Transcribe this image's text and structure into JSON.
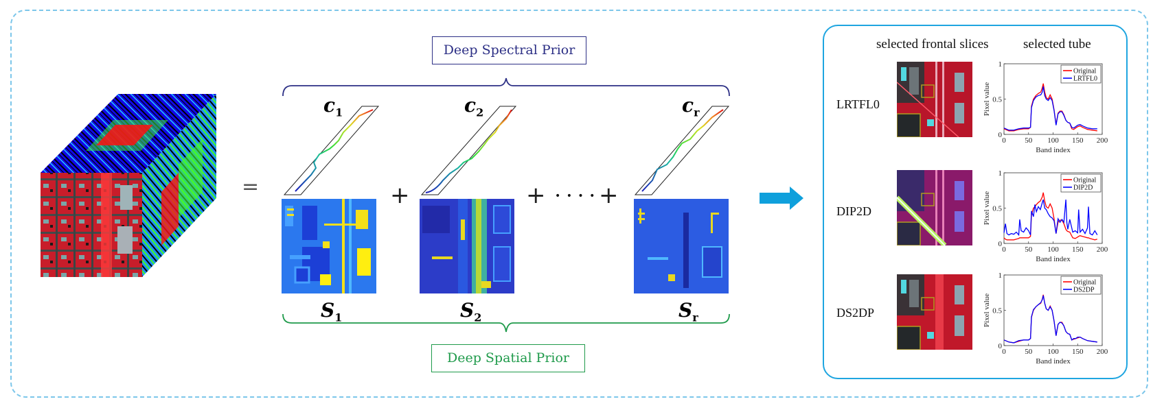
{
  "figure": {
    "equals": "=",
    "plus": "+",
    "dots": "• • • •",
    "arrow_icon": "right-arrow",
    "colors": {
      "frame_dashed": "#7cc6ea",
      "results_frame": "#1ea5e0",
      "arrow": "#0fa0dc",
      "spectral": "#2c2f85",
      "spatial": "#1e9a4a"
    }
  },
  "priors": {
    "spectral_label": "Deep Spectral Prior",
    "spatial_label": "Deep Spatial Prior"
  },
  "components": [
    {
      "coef_symbol": "c",
      "coef_sub": "1",
      "spatial_symbol": "S",
      "spatial_sub": "1"
    },
    {
      "coef_symbol": "c",
      "coef_sub": "2",
      "spatial_symbol": "S",
      "spatial_sub": "2"
    },
    {
      "coef_symbol": "c",
      "coef_sub": "r",
      "spatial_symbol": "S",
      "spatial_sub": "r"
    }
  ],
  "results": {
    "col_slices": "selected frontal slices",
    "col_tube": "selected tube",
    "rows": [
      {
        "method": "LRTFL0"
      },
      {
        "method": "DIP2D"
      },
      {
        "method": "DS2DP"
      }
    ]
  },
  "chart_data": [
    {
      "type": "line",
      "title": "",
      "xlabel": "Band index",
      "ylabel": "Pixel value",
      "xlim": [
        0,
        200
      ],
      "ylim": [
        0,
        1
      ],
      "xticks": [
        "0",
        "50",
        "100",
        "150",
        "200"
      ],
      "yticks": [
        "0",
        "0.5",
        "1"
      ],
      "legend": "top-right",
      "x": [
        0,
        10,
        20,
        30,
        40,
        50,
        54,
        56,
        60,
        65,
        70,
        75,
        78,
        80,
        83,
        86,
        90,
        94,
        98,
        102,
        106,
        110,
        114,
        118,
        122,
        126,
        130,
        134,
        138,
        142,
        146,
        150,
        155,
        160,
        170,
        180,
        190
      ],
      "series": [
        {
          "name": "Original",
          "color": "#ff0000",
          "values": [
            0.08,
            0.05,
            0.05,
            0.07,
            0.08,
            0.08,
            0.1,
            0.4,
            0.5,
            0.55,
            0.58,
            0.6,
            0.66,
            0.72,
            0.6,
            0.52,
            0.5,
            0.56,
            0.5,
            0.35,
            0.14,
            0.3,
            0.33,
            0.33,
            0.28,
            0.2,
            0.17,
            0.16,
            0.08,
            0.07,
            0.09,
            0.11,
            0.12,
            0.1,
            0.07,
            0.06,
            0.05
          ]
        },
        {
          "name": "LRTFL0",
          "color": "#0000ff",
          "values": [
            0.09,
            0.06,
            0.06,
            0.08,
            0.09,
            0.09,
            0.1,
            0.38,
            0.48,
            0.53,
            0.55,
            0.56,
            0.6,
            0.68,
            0.55,
            0.5,
            0.48,
            0.52,
            0.48,
            0.34,
            0.13,
            0.29,
            0.32,
            0.32,
            0.27,
            0.2,
            0.17,
            0.16,
            0.1,
            0.09,
            0.11,
            0.13,
            0.14,
            0.12,
            0.09,
            0.08,
            0.08
          ]
        }
      ]
    },
    {
      "type": "line",
      "title": "",
      "xlabel": "Band index",
      "ylabel": "Pixel value",
      "xlim": [
        0,
        200
      ],
      "ylim": [
        0,
        1
      ],
      "xticks": [
        "0",
        "50",
        "100",
        "150",
        "200"
      ],
      "yticks": [
        "0",
        "0.5",
        "1"
      ],
      "legend": "top-right",
      "x": [
        0,
        3,
        6,
        10,
        15,
        20,
        25,
        30,
        32,
        35,
        40,
        45,
        50,
        54,
        56,
        60,
        63,
        66,
        70,
        74,
        78,
        80,
        83,
        86,
        90,
        94,
        98,
        102,
        106,
        110,
        114,
        118,
        122,
        126,
        128,
        130,
        134,
        140,
        145,
        150,
        152,
        155,
        160,
        165,
        170,
        172,
        175,
        180,
        185,
        190
      ],
      "series": [
        {
          "name": "Original",
          "color": "#ff0000",
          "values": [
            0.08,
            0.06,
            0.05,
            0.05,
            0.05,
            0.05,
            0.06,
            0.07,
            0.08,
            0.08,
            0.08,
            0.08,
            0.08,
            0.1,
            0.4,
            0.5,
            0.52,
            0.55,
            0.58,
            0.6,
            0.66,
            0.72,
            0.6,
            0.52,
            0.5,
            0.56,
            0.5,
            0.35,
            0.14,
            0.3,
            0.33,
            0.33,
            0.28,
            0.2,
            0.18,
            0.17,
            0.16,
            0.08,
            0.07,
            0.09,
            0.1,
            0.11,
            0.1,
            0.09,
            0.08,
            0.08,
            0.07,
            0.06,
            0.05,
            0.06
          ]
        },
        {
          "name": "DIP2D",
          "color": "#0000ff",
          "values": [
            0.15,
            0.28,
            0.14,
            0.12,
            0.14,
            0.13,
            0.16,
            0.12,
            0.34,
            0.18,
            0.16,
            0.22,
            0.18,
            0.12,
            0.46,
            0.38,
            0.55,
            0.45,
            0.52,
            0.48,
            0.58,
            0.62,
            0.5,
            0.48,
            0.42,
            0.38,
            0.36,
            0.32,
            0.14,
            0.35,
            0.3,
            0.34,
            0.3,
            0.62,
            0.3,
            0.2,
            0.34,
            0.16,
            0.18,
            0.15,
            0.48,
            0.16,
            0.2,
            0.14,
            0.22,
            0.52,
            0.14,
            0.12,
            0.18,
            0.12
          ]
        }
      ]
    },
    {
      "type": "line",
      "title": "",
      "xlabel": "Band index",
      "ylabel": "Pixel value",
      "xlim": [
        0,
        200
      ],
      "ylim": [
        0,
        1
      ],
      "xticks": [
        "0",
        "50",
        "100",
        "150",
        "200"
      ],
      "yticks": [
        "0",
        "0.5",
        "1"
      ],
      "legend": "top-right",
      "x": [
        0,
        10,
        20,
        30,
        40,
        50,
        54,
        56,
        60,
        65,
        70,
        75,
        78,
        80,
        83,
        86,
        90,
        94,
        98,
        102,
        106,
        110,
        114,
        118,
        122,
        126,
        130,
        134,
        138,
        142,
        146,
        150,
        155,
        160,
        170,
        180,
        190
      ],
      "series": [
        {
          "name": "Original",
          "color": "#ff0000",
          "values": [
            0.08,
            0.05,
            0.04,
            0.06,
            0.08,
            0.08,
            0.1,
            0.4,
            0.5,
            0.55,
            0.58,
            0.6,
            0.66,
            0.72,
            0.6,
            0.52,
            0.5,
            0.56,
            0.5,
            0.35,
            0.14,
            0.3,
            0.33,
            0.33,
            0.28,
            0.2,
            0.17,
            0.16,
            0.08,
            0.09,
            0.1,
            0.11,
            0.12,
            0.1,
            0.07,
            0.06,
            0.05
          ]
        },
        {
          "name": "DS2DP",
          "color": "#0000ff",
          "values": [
            0.08,
            0.05,
            0.04,
            0.07,
            0.08,
            0.08,
            0.1,
            0.41,
            0.51,
            0.55,
            0.58,
            0.61,
            0.65,
            0.71,
            0.6,
            0.52,
            0.5,
            0.55,
            0.5,
            0.35,
            0.14,
            0.3,
            0.33,
            0.32,
            0.28,
            0.2,
            0.17,
            0.16,
            0.08,
            0.1,
            0.1,
            0.12,
            0.12,
            0.1,
            0.07,
            0.06,
            0.05
          ]
        }
      ]
    }
  ]
}
